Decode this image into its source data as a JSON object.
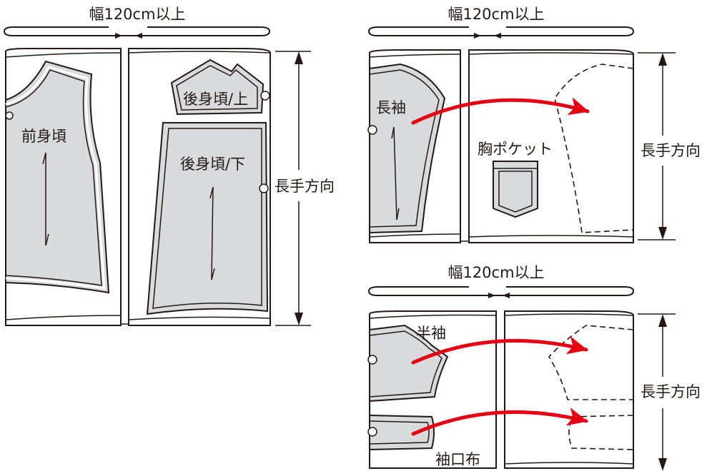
{
  "layouts": [
    {
      "width_label": "幅120cm以上",
      "length_label": "長手方向",
      "pieces": [
        "前身頃",
        "後身頃/上",
        "後身頃/下"
      ]
    },
    {
      "width_label": "幅120cm以上",
      "length_label": "長手方向",
      "pieces": [
        "長袖",
        "胸ポケット"
      ]
    },
    {
      "width_label": "幅120cm以上",
      "length_label": "長手方向",
      "pieces": [
        "半袖",
        "袖口布"
      ]
    }
  ],
  "colors": {
    "line": "#231815",
    "piece_fill": "#d9dadb",
    "arrow": "#e60012"
  }
}
